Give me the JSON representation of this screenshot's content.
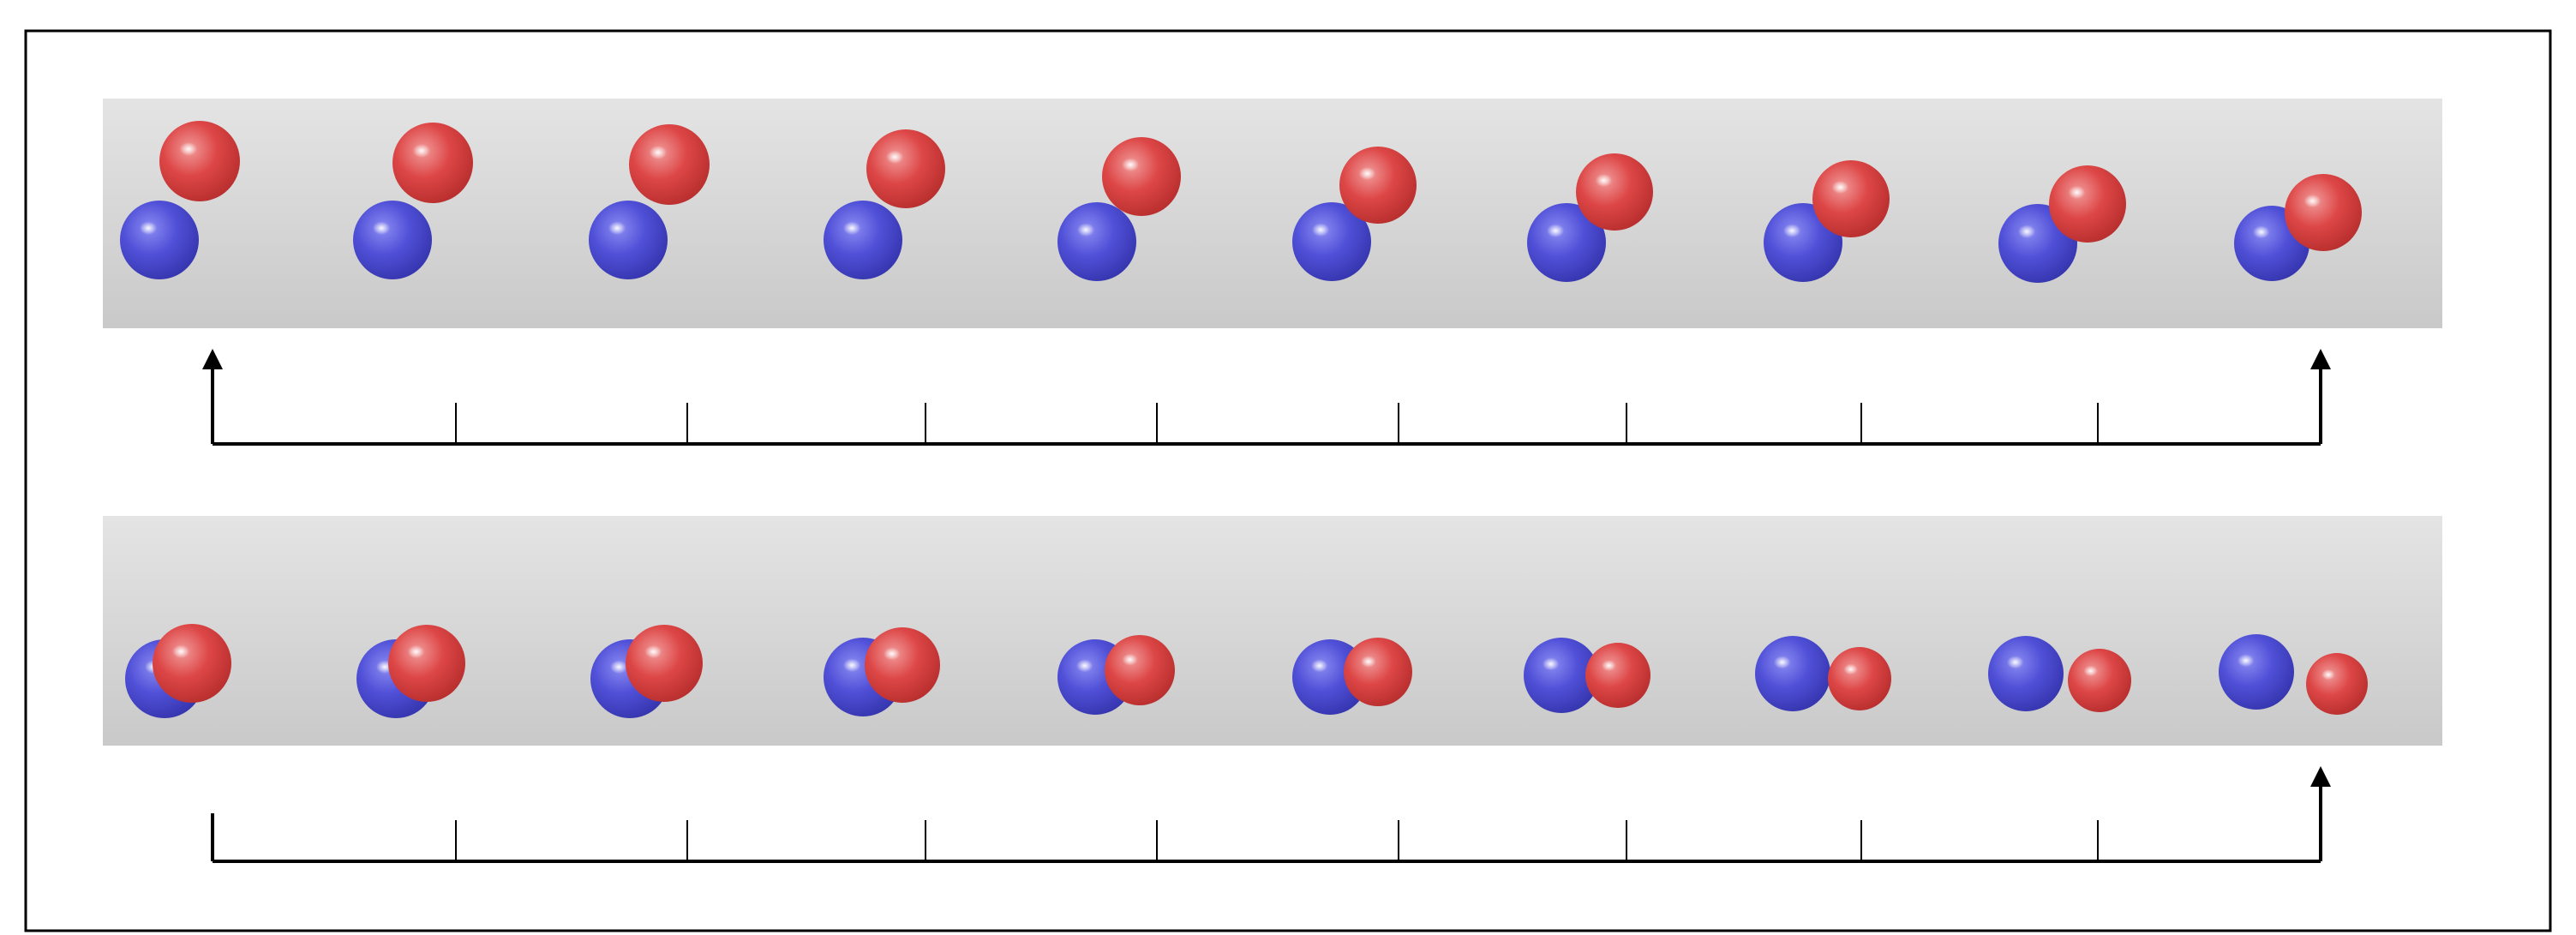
{
  "figure": {
    "frame_color": "#000000",
    "strip_top_color": "#e4e4e4",
    "strip_bottom_color": "#c9c9c9",
    "droplet_colors": {
      "blue": "#5050d8",
      "red": "#dd4646"
    },
    "arrow_color": "#000000"
  },
  "rows": [
    {
      "id": "top-row",
      "arrow_left": true,
      "arrow_right": true,
      "frames": [
        {
          "red_dx": 23,
          "red_dy": -64,
          "red_r": 47,
          "blue_dx": -24,
          "blue_dy": 28,
          "blue_r": 46,
          "contact": false
        },
        {
          "red_dx": 23,
          "red_dy": -62,
          "red_r": 47,
          "blue_dx": -24,
          "blue_dy": 28,
          "blue_r": 46,
          "contact": false
        },
        {
          "red_dx": 24,
          "red_dy": -60,
          "red_r": 47,
          "blue_dx": -24,
          "blue_dy": 28,
          "blue_r": 46,
          "contact": false
        },
        {
          "red_dx": 26,
          "red_dy": -55,
          "red_r": 46,
          "blue_dx": -24,
          "blue_dy": 28,
          "blue_r": 46,
          "contact": false
        },
        {
          "red_dx": 28,
          "red_dy": -46,
          "red_r": 46,
          "blue_dx": -24,
          "blue_dy": 30,
          "blue_r": 46,
          "contact": false
        },
        {
          "red_dx": 30,
          "red_dy": -36,
          "red_r": 45,
          "blue_dx": -24,
          "blue_dy": 30,
          "blue_r": 46,
          "contact": false
        },
        {
          "red_dx": 32,
          "red_dy": -28,
          "red_r": 45,
          "blue_dx": -24,
          "blue_dy": 31,
          "blue_r": 46,
          "contact": true
        },
        {
          "red_dx": 34,
          "red_dy": -20,
          "red_r": 45,
          "blue_dx": -22,
          "blue_dy": 31,
          "blue_r": 46,
          "contact": true
        },
        {
          "red_dx": 36,
          "red_dy": -14,
          "red_r": 45,
          "blue_dx": -22,
          "blue_dy": 32,
          "blue_r": 46,
          "contact": true
        },
        {
          "red_dx": 38,
          "red_dy": -4,
          "red_r": 45,
          "blue_dx": -22,
          "blue_dy": 32,
          "blue_r": 44,
          "contact": true
        }
      ]
    },
    {
      "id": "bottom-row",
      "arrow_left": false,
      "arrow_right": true,
      "frames": [
        {
          "red_dx": 14,
          "red_dy": -8,
          "red_r": 46,
          "blue_dx": -18,
          "blue_dy": 10,
          "blue_r": 46,
          "contact": true
        },
        {
          "red_dx": 16,
          "red_dy": -8,
          "red_r": 45,
          "blue_dx": -20,
          "blue_dy": 10,
          "blue_r": 46,
          "contact": true
        },
        {
          "red_dx": 18,
          "red_dy": -8,
          "red_r": 45,
          "blue_dx": -22,
          "blue_dy": 10,
          "blue_r": 46,
          "contact": true
        },
        {
          "red_dx": 22,
          "red_dy": -6,
          "red_r": 44,
          "blue_dx": -24,
          "blue_dy": 8,
          "blue_r": 46,
          "contact": true
        },
        {
          "red_dx": 26,
          "red_dy": 0,
          "red_r": 41,
          "blue_dx": -26,
          "blue_dy": 8,
          "blue_r": 44,
          "contact": true
        },
        {
          "red_dx": 30,
          "red_dy": 2,
          "red_r": 40,
          "blue_dx": -26,
          "blue_dy": 8,
          "blue_r": 44,
          "contact": true
        },
        {
          "red_dx": 36,
          "red_dy": 6,
          "red_r": 38,
          "blue_dx": -30,
          "blue_dy": 6,
          "blue_r": 44,
          "contact": true
        },
        {
          "red_dx": 44,
          "red_dy": 10,
          "red_r": 37,
          "blue_dx": -34,
          "blue_dy": 4,
          "blue_r": 44,
          "contact": true
        },
        {
          "red_dx": 50,
          "red_dy": 12,
          "red_r": 37,
          "blue_dx": -36,
          "blue_dy": 4,
          "blue_r": 44,
          "contact": true
        },
        {
          "red_dx": 54,
          "red_dy": 16,
          "red_r": 36,
          "blue_dx": -40,
          "blue_dy": 2,
          "blue_r": 44,
          "contact": true
        }
      ]
    }
  ]
}
